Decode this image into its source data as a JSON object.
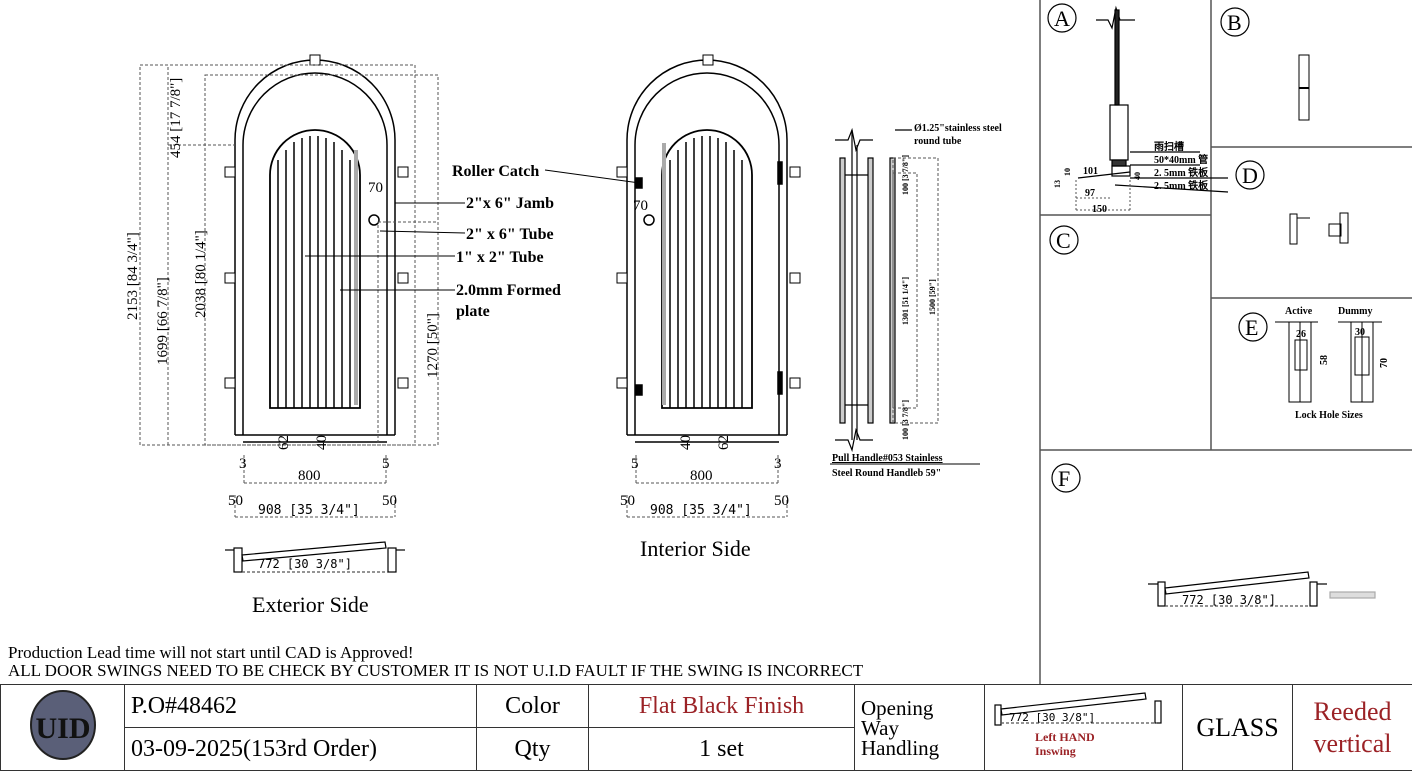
{
  "exterior": {
    "caption": "Exterior Side",
    "dims": {
      "overall_height": "2153 [84 3/4\"]",
      "arch_height": "454 [17 7/8\"]",
      "leaf_height": "1699 [66 7/8\"]",
      "door_height": "2038 [80 1/4\"]",
      "handle_height": "1270 [50\"]",
      "lock_offset": "70",
      "sill_a": "62",
      "sill_b": "40",
      "gap_left": "3",
      "gap_right": "5",
      "width": "800",
      "jamb_left": "50",
      "jamb_right": "50",
      "overall_width": "908 [35 3/4\"]",
      "plan_width": "772 [30 3/8\"]"
    },
    "callouts": [
      "Roller Catch",
      "2\"x 6\" Jamb",
      "2\" x 6\" Tube",
      "1\" x 2\" Tube",
      "2.0mm Formed",
      "plate"
    ]
  },
  "interior": {
    "caption": "Interior Side",
    "dims": {
      "lock_offset": "70",
      "sill_a": "40",
      "sill_b": "62",
      "gap_left": "5",
      "gap_right": "3",
      "width": "800",
      "jamb_left": "50",
      "jamb_right": "50",
      "overall_width": "908 [35 3/4\"]"
    }
  },
  "handle": {
    "tube_note_1": "Ø1.25\"stainless steel",
    "tube_note_2": "round tube",
    "dim_top": "100 [3 7/8\"]",
    "dim_mid": "1301 [51 1/4\"]",
    "dim_total": "1500 [59\"]",
    "dim_bottom": "100 [3 7/8\"]",
    "caption_1": "Pull Handle#053 Stainless",
    "caption_2": "Steel Round Handleb 59\""
  },
  "details": {
    "A": {
      "label": "A",
      "notes": [
        "雨扫槽",
        "50*40mm 管",
        "2. 5mm 铁板",
        "2. 5mm 铁板"
      ],
      "dims": [
        "101",
        "97",
        "150",
        "13",
        "10",
        "40"
      ]
    },
    "B": {
      "label": "B"
    },
    "C": {
      "label": "C"
    },
    "D": {
      "label": "D"
    },
    "E": {
      "label": "E",
      "active": "Active",
      "dummy": "Dummy",
      "active_w": "26",
      "active_h": "58",
      "dummy_w": "30",
      "dummy_h": "70",
      "caption": "Lock Hole Sizes"
    },
    "F": {
      "label": "F",
      "plan_width": "772 [30 3/8\"]"
    }
  },
  "notes": {
    "line1": "Production Lead time will not start until CAD is Approved!",
    "line2": "ALL DOOR SWINGS NEED TO BE CHECK BY CUSTOMER IT IS NOT U.I.D FAULT IF THE SWING IS  INCORRECT"
  },
  "title_block": {
    "logo": "UID",
    "po": "P.O#48462",
    "date_order": "03-09-2025(153rd Order)",
    "color_label": "Color",
    "color_value": "Flat Black  Finish",
    "qty_label": "Qty",
    "qty_value": "1 set",
    "opening_label_1": "Opening",
    "opening_label_2": "Way",
    "opening_label_3": "Handling",
    "swing_width": "772 [30 3/8\"]",
    "swing_hand_1": "Left HAND",
    "swing_hand_2": "Inswing",
    "glass_label": "GLASS",
    "glass_value_1": "Reeded",
    "glass_value_2": "vertical"
  },
  "colors": {
    "accent_red": "#9b2226",
    "line": "#000000"
  }
}
